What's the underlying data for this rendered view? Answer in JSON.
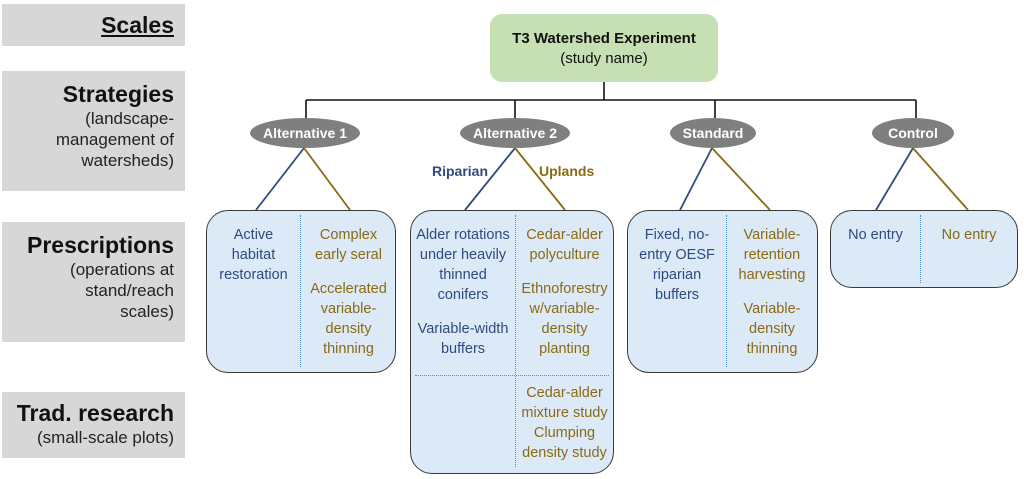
{
  "sidebar": {
    "scales": {
      "title": "Scales"
    },
    "strategies": {
      "title": "Strategies",
      "sub": [
        "(landscape-",
        "management of",
        "watersheds)"
      ]
    },
    "prescriptions": {
      "title": "Prescriptions",
      "sub": [
        "(operations at",
        "stand/reach",
        "scales)"
      ]
    },
    "trad": {
      "title": "Trad. research",
      "sub": [
        "(small-scale plots)"
      ]
    }
  },
  "study": {
    "name": "T3 Watershed Experiment",
    "sub": "(study name)"
  },
  "strategies": [
    "Alternative 1",
    "Alternative 2",
    "Standard",
    "Control"
  ],
  "branch_labels": {
    "riparian": "Riparian",
    "uplands": "Uplands"
  },
  "prescriptions": {
    "alt1": {
      "left": [
        "Active",
        "habitat",
        "restoration"
      ],
      "right": [
        "Complex",
        "early seral",
        "",
        "Accelerated",
        "variable-",
        "density",
        "thinning"
      ]
    },
    "alt2": {
      "left": [
        "Alder rotations",
        "under heavily",
        "thinned",
        "conifers",
        "",
        "Variable-width",
        "buffers"
      ],
      "right": [
        "Cedar-alder",
        "polyculture",
        "",
        "Ethnoforestry",
        "w/variable-",
        "density",
        "planting"
      ],
      "research": [
        "Cedar-alder",
        "mixture study",
        "Clumping",
        "density study"
      ]
    },
    "standard": {
      "left": [
        "Fixed, no-",
        "entry OESF",
        "riparian",
        "buffers"
      ],
      "right": [
        "Variable-",
        "retention",
        "harvesting",
        "",
        "Variable-",
        "density",
        "thinning"
      ]
    },
    "control": {
      "left": [
        "No entry"
      ],
      "right": [
        "No entry"
      ]
    }
  },
  "colors": {
    "riparian": "#2e4b7f",
    "uplands": "#8a6a14",
    "box_fill": "#dce9f7",
    "title_fill": "#c6e0b4",
    "oval_fill": "#7f7f7f",
    "sidebar_fill": "#d7d7d7"
  }
}
